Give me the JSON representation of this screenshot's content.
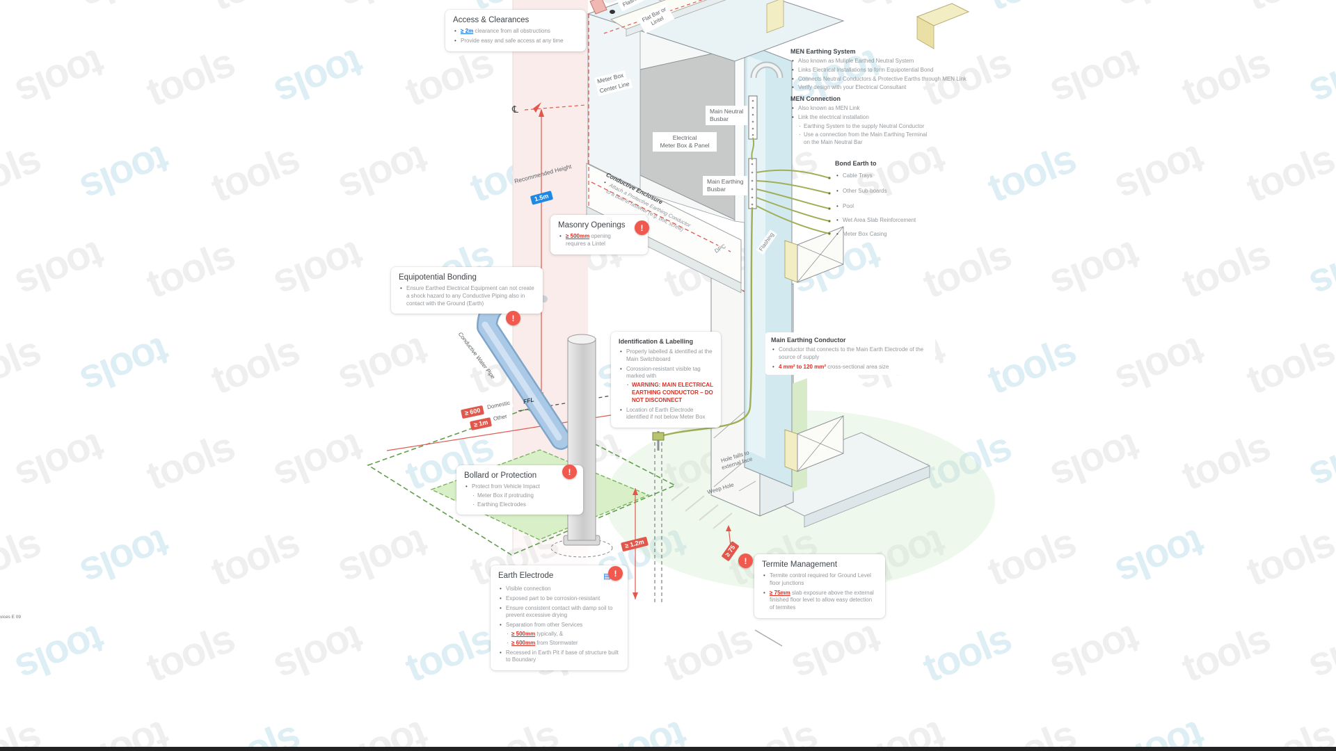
{
  "watermark": {
    "text": "tools"
  },
  "glyphs": {
    "alert": "!",
    "centerline": "℄",
    "doc_icon": "▤",
    "img_icon": "▦"
  },
  "colors": {
    "accent_red": "#e2574c",
    "accent_blue": "#1a73e8",
    "chip_blue": "#1e88e5",
    "wire_olive": "#a0ae56"
  },
  "cards": {
    "access": {
      "title": "Access & Clearances",
      "b1_em": "≥ 2m",
      "b1_rest": " clearance from all obstructions",
      "b2": "Provide easy and safe access at any time"
    },
    "men_system": {
      "title": "MEN Earthing System",
      "b1": "Also known as Muliple Earthed Neutral System",
      "b2": "Links Electrical Installations to form Equipotential Bond",
      "b3": "Connects Neutral Conductors & Protective Earths through MEN Link",
      "b4": "Verify design with your Electrical Consultant"
    },
    "men_connection": {
      "title": "MEN Connection",
      "b1": "Also known as MEN Link",
      "b2": "Link the electrical installation",
      "s1": "Earthing System to the supply Neutral Conductor",
      "s2": "Use a connection from the Main Earthing Terminal",
      "s3": "on the Main Neutral Bar"
    },
    "bond": {
      "title": "Bond Earth to",
      "i1": "Cable Trays",
      "i2": "Other Sub-boards",
      "i3": "Pool",
      "i4": "Wet Area Slab Reinforcement",
      "i5": "Meter Box Casing"
    },
    "masonry": {
      "title": "Masonry Openings",
      "em": "≥ 500mm",
      "rest": " opening",
      "rest2": "requires a Lintel"
    },
    "equipotential": {
      "title": "Equipotential Bonding",
      "b1": "Ensure Earthed Electrical Equipment can not create a shock hazard to any Conductive Piping also in contact with the Ground (Earth)"
    },
    "identification": {
      "title": "Identification & Labelling",
      "b1": "Properly labelled & identified at the Main Switchboard",
      "b2": "Corossion-resistant visible tag marked with",
      "warning": "WARNING: MAIN ELECTRICAL EARTHING CONDUCTOR – DO NOT DISCONNECT",
      "b3": "Location of Earth Electrode identified if not below Meter Box"
    },
    "conductor": {
      "title": "Main Earthing Conductor",
      "b1": "Conductor that connects to the Main Earth Electrode of the source of supply",
      "b2_em": "4 mm² to 120 mm²",
      "b2_rest": " cross-sectional area size"
    },
    "bollard": {
      "title": "Bollard or Protection",
      "b1": "Protect from Vehicle Impact",
      "s1": "Meter Box if protruding",
      "s2": "Earthing Electrodes"
    },
    "earth": {
      "title": "Earth Electrode",
      "b1": "Visible connection",
      "b2": "Exposed part to be corrosion-resistant",
      "b3": "Ensure consistent contact with damp soil to prevent excessive drying",
      "b4": "Separation from other Services",
      "s1_em": "≥ 500mm",
      "s1_rest": " typically, &",
      "s2_em": "≥ 600mm",
      "s2_rest": " from Stormwater",
      "b5": "Recessed in Earth Pit if base of structure built to Boundary"
    },
    "termite": {
      "title": "Termite Management",
      "b1": "Termite control required for Ground Level floor junctions",
      "b2_em": "≥ 75mm",
      "b2_rest": " slab exposure above the external finished floor level to allow easy detection of termites"
    }
  },
  "labels": {
    "meter_box_line1": "Meter Box",
    "meter_box_line2": "Center Line",
    "panel_line1": "Electrical",
    "panel_line2": "Meter Box & Panel",
    "neutral_busbar_l1": "Main Neutral",
    "neutral_busbar_l2": "Busbar",
    "earthing_busbar_l1": "Main Earthing",
    "earthing_busbar_l2": "Busbar",
    "enclosure_title": "Conductive Enclosure",
    "enclosure_b1": "Attach a Protective Earthing Conductor",
    "enclosure_b2": "to a built-in fastener (e.g. bolt, screw)",
    "flashing_top": "Flashing",
    "flat_bar_l1": "Flat Bar or",
    "flat_bar_l2": "Lintel",
    "dpc": "DPC",
    "flashing_side": "Flashing",
    "recommended_height": "Recommended Height",
    "height_value": "1.5m",
    "ffl": "FFL",
    "dim_600": "≥ 600",
    "domestic": "Domestic",
    "dim_1m": "≥ 1m",
    "other": "Other",
    "water_pipe": "Conductive Water Pipe",
    "hole_falls_l1": "Hole falls to",
    "hole_falls_l2": "external face",
    "weep_hole": "Weep Hole",
    "dim_12": "≥ 1.2m",
    "dim_75": "≥ 75",
    "edge_text": "vices E 09"
  }
}
